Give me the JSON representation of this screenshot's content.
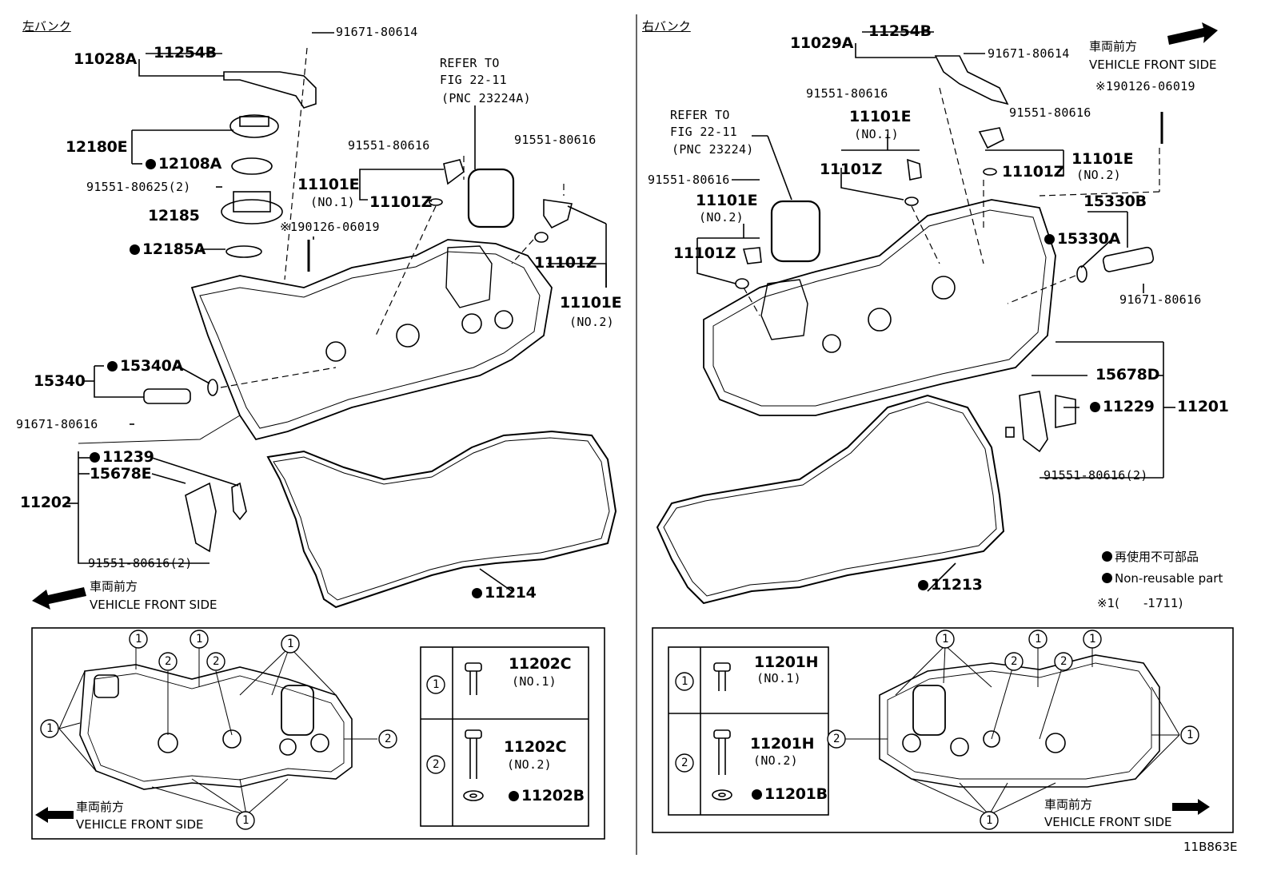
{
  "diagram_id": "11B863E",
  "left": {
    "bank_label": "左バンク",
    "assembly_top": "11028A",
    "parts": {
      "p11254B": "11254B",
      "bolt_top": "91671-80614",
      "p12180E": "12180E",
      "p12108A": "12108A",
      "bolt_91551_80625": "91551-80625(2)",
      "p12185": "12185",
      "p12185A": "12185A",
      "p15340": "15340",
      "p15340A": "15340A",
      "bolt_91671_80616": "91671-80616",
      "bolt_91551_sensor1": "91551-80616",
      "bolt_91551_sensor2": "91551-80616",
      "p11101E_no1": "11101E",
      "no1": "(NO.1)",
      "p11101Z_a": "11101Z",
      "p11101Z_b": "11101Z",
      "p11101E_no2": "11101E",
      "no2": "(NO.2)",
      "stud": "※190126-06019",
      "refer1": "REFER TO",
      "refer2": "FIG 22-11",
      "refer3": "(PNC 23224A)",
      "p11202": "11202",
      "p11239": "11239",
      "p15678E": "15678E",
      "bolt_91551_80616_2": "91551-80616(2)",
      "p11214": "11214"
    },
    "front_jp": "車両前方",
    "front_en": "VEHICLE FRONT SIDE",
    "bottom_front_jp": "車両前方",
    "bottom_front_en": "VEHICLE FRONT SIDE",
    "legend": {
      "c1": "1",
      "c2": "2",
      "bolt1": "11202C",
      "bolt1_no": "(NO.1)",
      "bolt2": "11202C",
      "bolt2_no": "(NO.2)",
      "washer": "11202B"
    }
  },
  "right": {
    "bank_label": "右バンク",
    "assembly_top": "11029A",
    "parts": {
      "p11254B": "11254B",
      "bolt_top": "91671-80614",
      "bolt_91551_a": "91551-80616",
      "p11101E_no1": "11101E",
      "no1": "(NO.1)",
      "p11101Z_a": "11101Z",
      "refer1": "REFER TO",
      "refer2": "FIG 22-11",
      "refer3": "(PNC 23224)",
      "bolt_91551_b": "91551-80616",
      "p11101E_no2a": "11101E",
      "no2a": "(NO.2)",
      "p11101Z_b": "11101Z",
      "bolt_91551_c": "91551-80616",
      "p11101E_no2b": "11101E",
      "no2b": "(NO.2)",
      "p11101Z_c": "11101Z",
      "stud": "※190126-06019",
      "p15330B": "15330B",
      "p15330A": "15330A",
      "bolt_91671_80616": "91671-80616",
      "p15678D": "15678D",
      "p11229": "11229",
      "p11201": "11201",
      "bolt_91551_80616_2": "91551-80616(2)",
      "p11213": "11213"
    },
    "front_jp": "車両前方",
    "front_en": "VEHICLE FRONT SIDE",
    "bottom_front_jp": "車両前方",
    "bottom_front_en": "VEHICLE FRONT SIDE",
    "legend": {
      "c1": "1",
      "c2": "2",
      "bolt1": "11201H",
      "bolt1_no": "(NO.1)",
      "bolt2": "11201H",
      "bolt2_no": "(NO.2)",
      "washer": "11201B"
    },
    "key": {
      "nonreuse_jp": "再使用不可部品",
      "nonreuse_en": "Non-reusable part",
      "note": "※1(　　-1711)"
    }
  }
}
